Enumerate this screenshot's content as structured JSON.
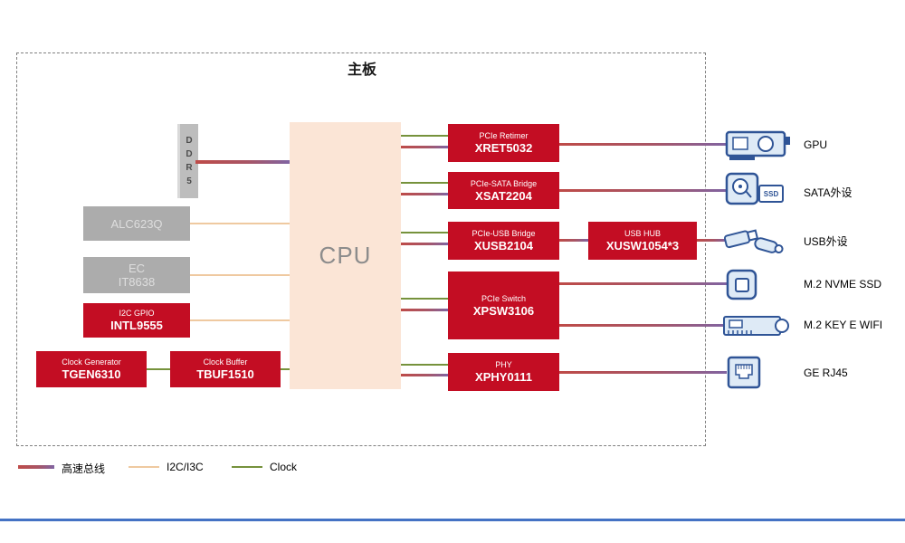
{
  "board": {
    "title": "主板"
  },
  "cpu": {
    "label": "CPU"
  },
  "blocks": {
    "ddr5": {
      "name": "DDR5"
    },
    "alc623q": {
      "name": "ALC623Q"
    },
    "ec": {
      "title": "EC",
      "name": "IT8638"
    },
    "i2c_gpio": {
      "title": "I2C GPIO",
      "name": "INTL9555"
    },
    "clock_generator": {
      "title": "Clock Generator",
      "name": "TGEN6310"
    },
    "clock_buffer": {
      "title": "Clock Buffer",
      "name": "TBUF1510"
    },
    "pcie_retimer": {
      "title": "PCIe Retimer",
      "name": "XRET5032"
    },
    "pcie_sata_bridge": {
      "title": "PCIe-SATA Bridge",
      "name": "XSAT2204"
    },
    "pcie_usb_bridge": {
      "title": "PCIe-USB Bridge",
      "name": "XUSB2104"
    },
    "usb_hub": {
      "title": "USB HUB",
      "name": "XUSW1054*3"
    },
    "pcie_switch": {
      "title": "PCIe Switch",
      "name": "XPSW3106"
    },
    "phy": {
      "title": "PHY",
      "name": "XPHY0111"
    }
  },
  "peripherals": {
    "gpu": "GPU",
    "sata": "SATA外设",
    "usb": "USB外设",
    "nvme": "M.2 NVME SSD",
    "wifi": "M.2 KEY E WIFI",
    "rj45": "GE RJ45",
    "ssd_badge": "SSD"
  },
  "legend": {
    "highspeed": "高速总线",
    "i2c": "I2C/I3C",
    "clock": "Clock"
  },
  "colors": {
    "red_block": "#C30D23",
    "cpu_bg": "#FBE5D6",
    "gray_block": "#ACACAC",
    "bus_gradient_start": "#BE4B48",
    "bus_gradient_end": "#8064A2",
    "i2c_line": "#EFC9A0",
    "clock_line": "#76923C",
    "icon_stroke": "#2F5496",
    "icon_fill": "#DEEAF6",
    "bottom_bar": "#4472C4"
  }
}
